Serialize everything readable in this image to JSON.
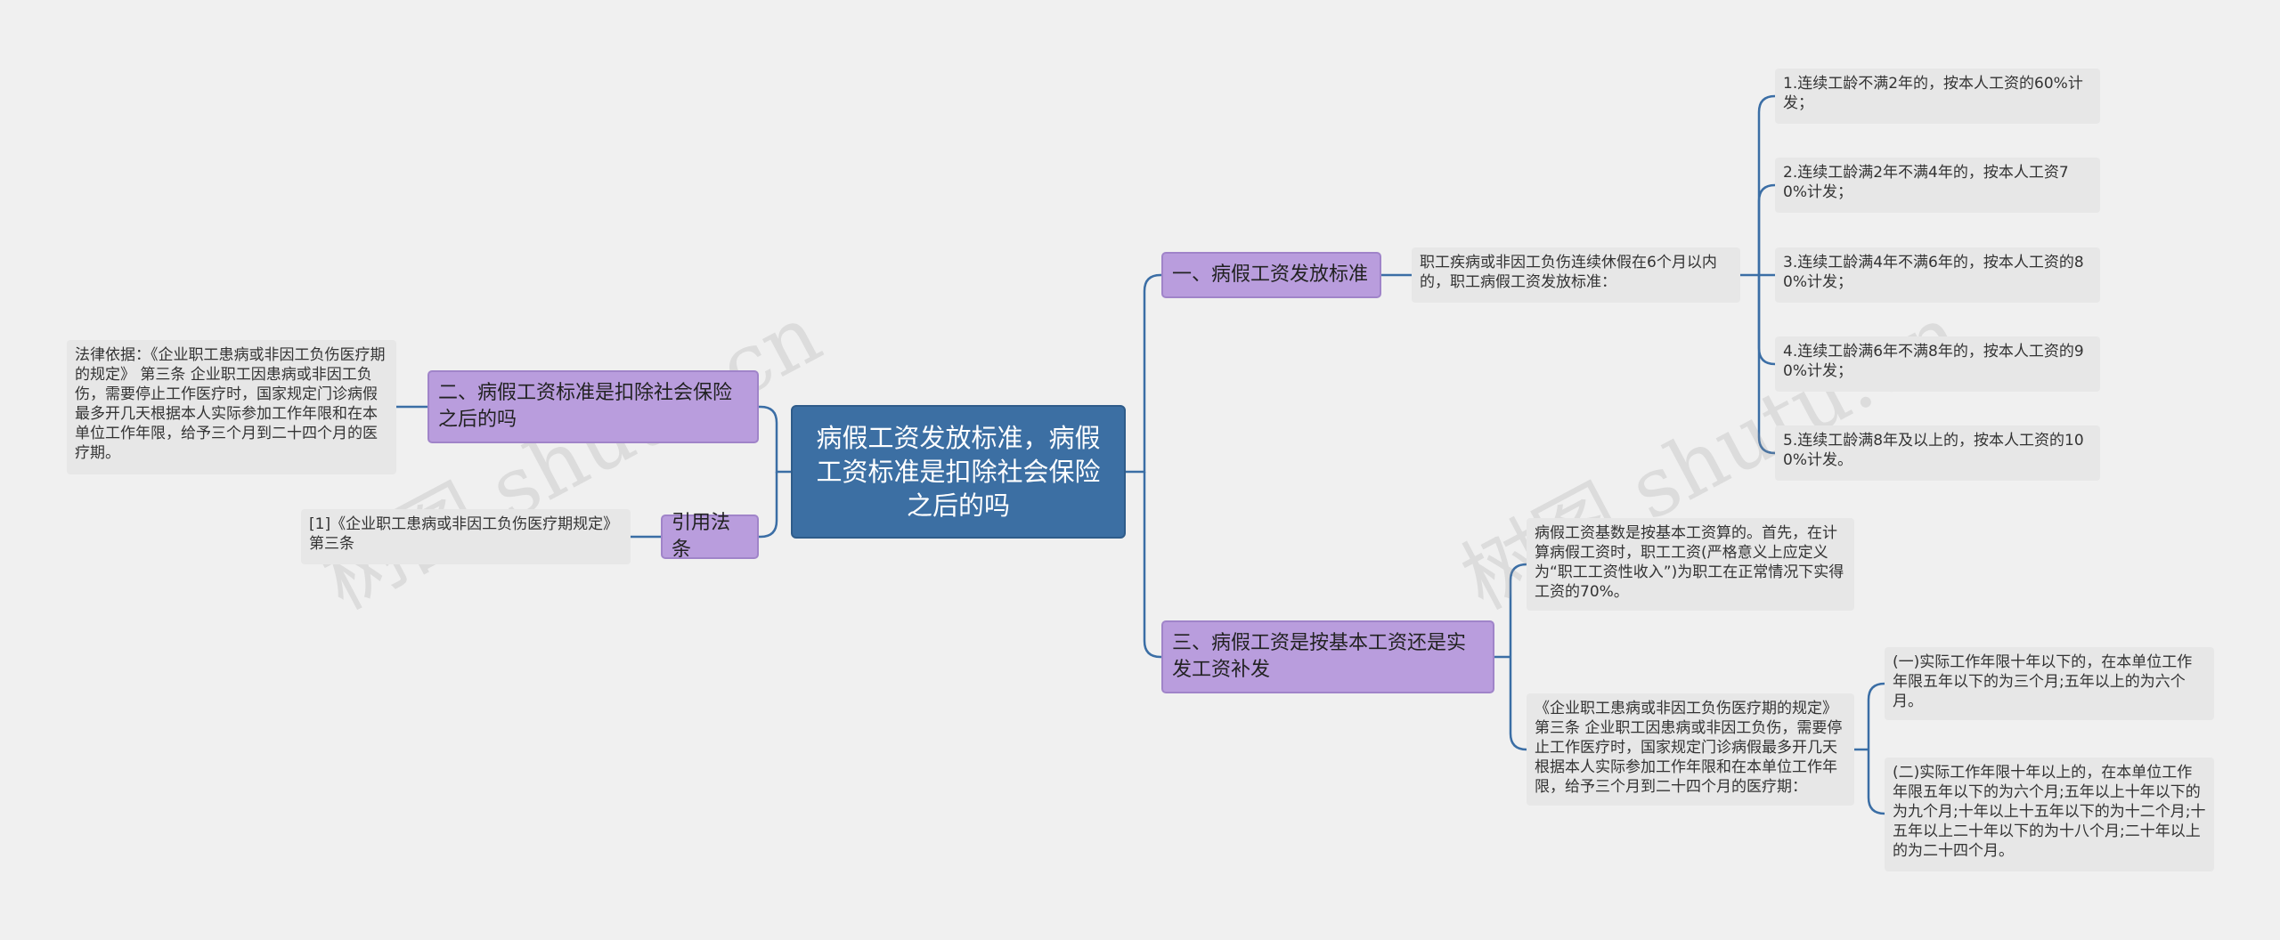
{
  "root": "病假工资发放标准，病假工资标准是扣除社会保险之后的吗",
  "branches": {
    "b1": "一、病假工资发放标准",
    "b2": "三、病假工资是按基本工资还是实发工资补发",
    "b3": "二、病假工资标准是扣除社会保险之后的吗",
    "b4": "引用法条"
  },
  "leaves": {
    "b1_intro": "职工疾病或非因工负伤连续休假在6个月以内的，职工病假工资发放标准：",
    "b1_items": [
      "1.连续工龄不满2年的，按本人工资的60%计发；",
      "2.连续工龄满2年不满4年的，按本人工资70%计发；",
      "3.连续工龄满4年不满6年的，按本人工资的80%计发；",
      "4.连续工龄满6年不满8年的，按本人工资的90%计发；",
      "5.连续工龄满8年及以上的，按本人工资的100%计发。"
    ],
    "b2_base": "病假工资基数是按基本工资算的。首先，在计算病假工资时，职工工资(严格意义上应定义为“职工工资性收入”)为职工在正常情况下实得工资的70%。",
    "b2_rule": "《企业职工患病或非因工负伤医疗期的规定》 第三条 企业职工因患病或非因工负伤，需要停止工作医疗时，国家规定门诊病假最多开几天根据本人实际参加工作年限和在本单位工作年限，给予三个月到二十四个月的医疗期：",
    "b2_sub": [
      "(一)实际工作年限十年以下的，在本单位工作年限五年以下的为三个月;五年以上的为六个月。",
      "(二)实际工作年限十年以上的，在本单位工作年限五年以下的为六个月;五年以上十年以下的为九个月;十年以上十五年以下的为十二个月;十五年以上二十年以下的为十八个月;二十年以上的为二十四个月。"
    ],
    "b3_leaf": "法律依据：《企业职工患病或非因工负伤医疗期的规定》 第三条 企业职工因患病或非因工负伤，需要停止工作医疗时，国家规定门诊病假最多开几天根据本人实际参加工作年限和在本单位工作年限，给予三个月到二十四个月的医疗期。",
    "b4_leaf": "[1]《企业职工患病或非因工负伤医疗期规定》 第三条"
  },
  "watermarks": [
    "树图 shutu.cn",
    "树图 shutu.cn"
  ],
  "colors": {
    "root": "#3c6fa3",
    "branch": "#b99ddd",
    "leaf": "#e7e7e7",
    "line": "#3b6ea5",
    "background": "#f0f0f0"
  }
}
